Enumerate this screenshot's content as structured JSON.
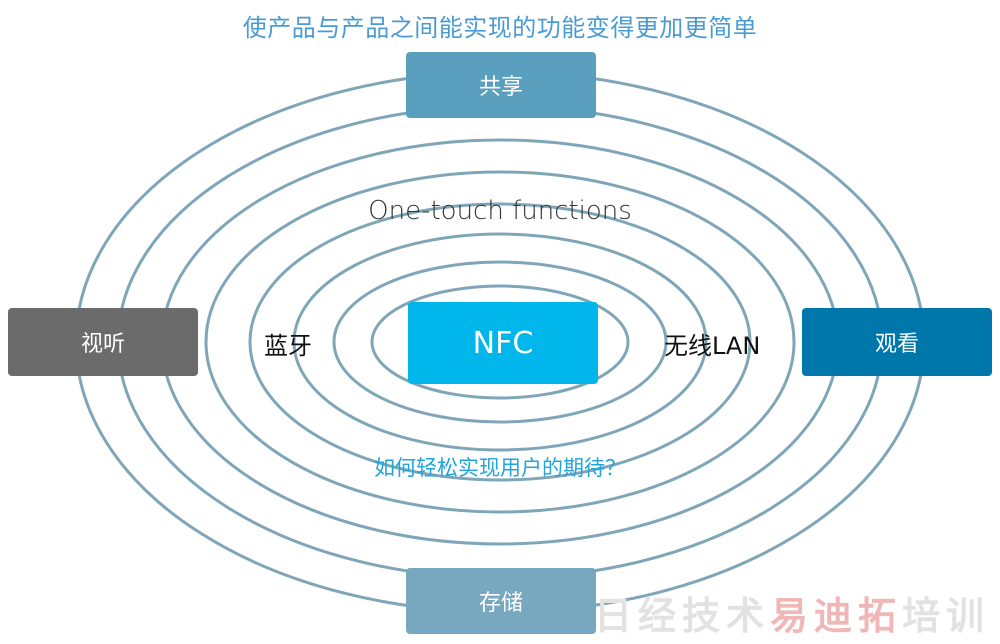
{
  "title": "使产品与产品之间能实现的功能变得更加更简单",
  "boxes": {
    "share": "共享",
    "store": "存储",
    "listen": "视听",
    "watch": "观看",
    "nfc": "NFC"
  },
  "labels": {
    "bluetooth": "蓝牙",
    "wlan": "无线LAN",
    "one_touch": "One-touch functions",
    "question": "如何轻松实现用户的期待？"
  },
  "watermark": {
    "text_gray": "日经技术",
    "text_red": "易迪拓",
    "text_gray2": "培训"
  },
  "colors": {
    "ring_stroke": "#7fa6b8",
    "title": "#4a9bd4",
    "nfc_box": "#00b6ea",
    "watch_box": "#0077aa",
    "listen_box": "#6b6b6b",
    "share_box": "#5a9fbd",
    "store_box": "#78a7c0",
    "question_text": "#22a5dc"
  }
}
